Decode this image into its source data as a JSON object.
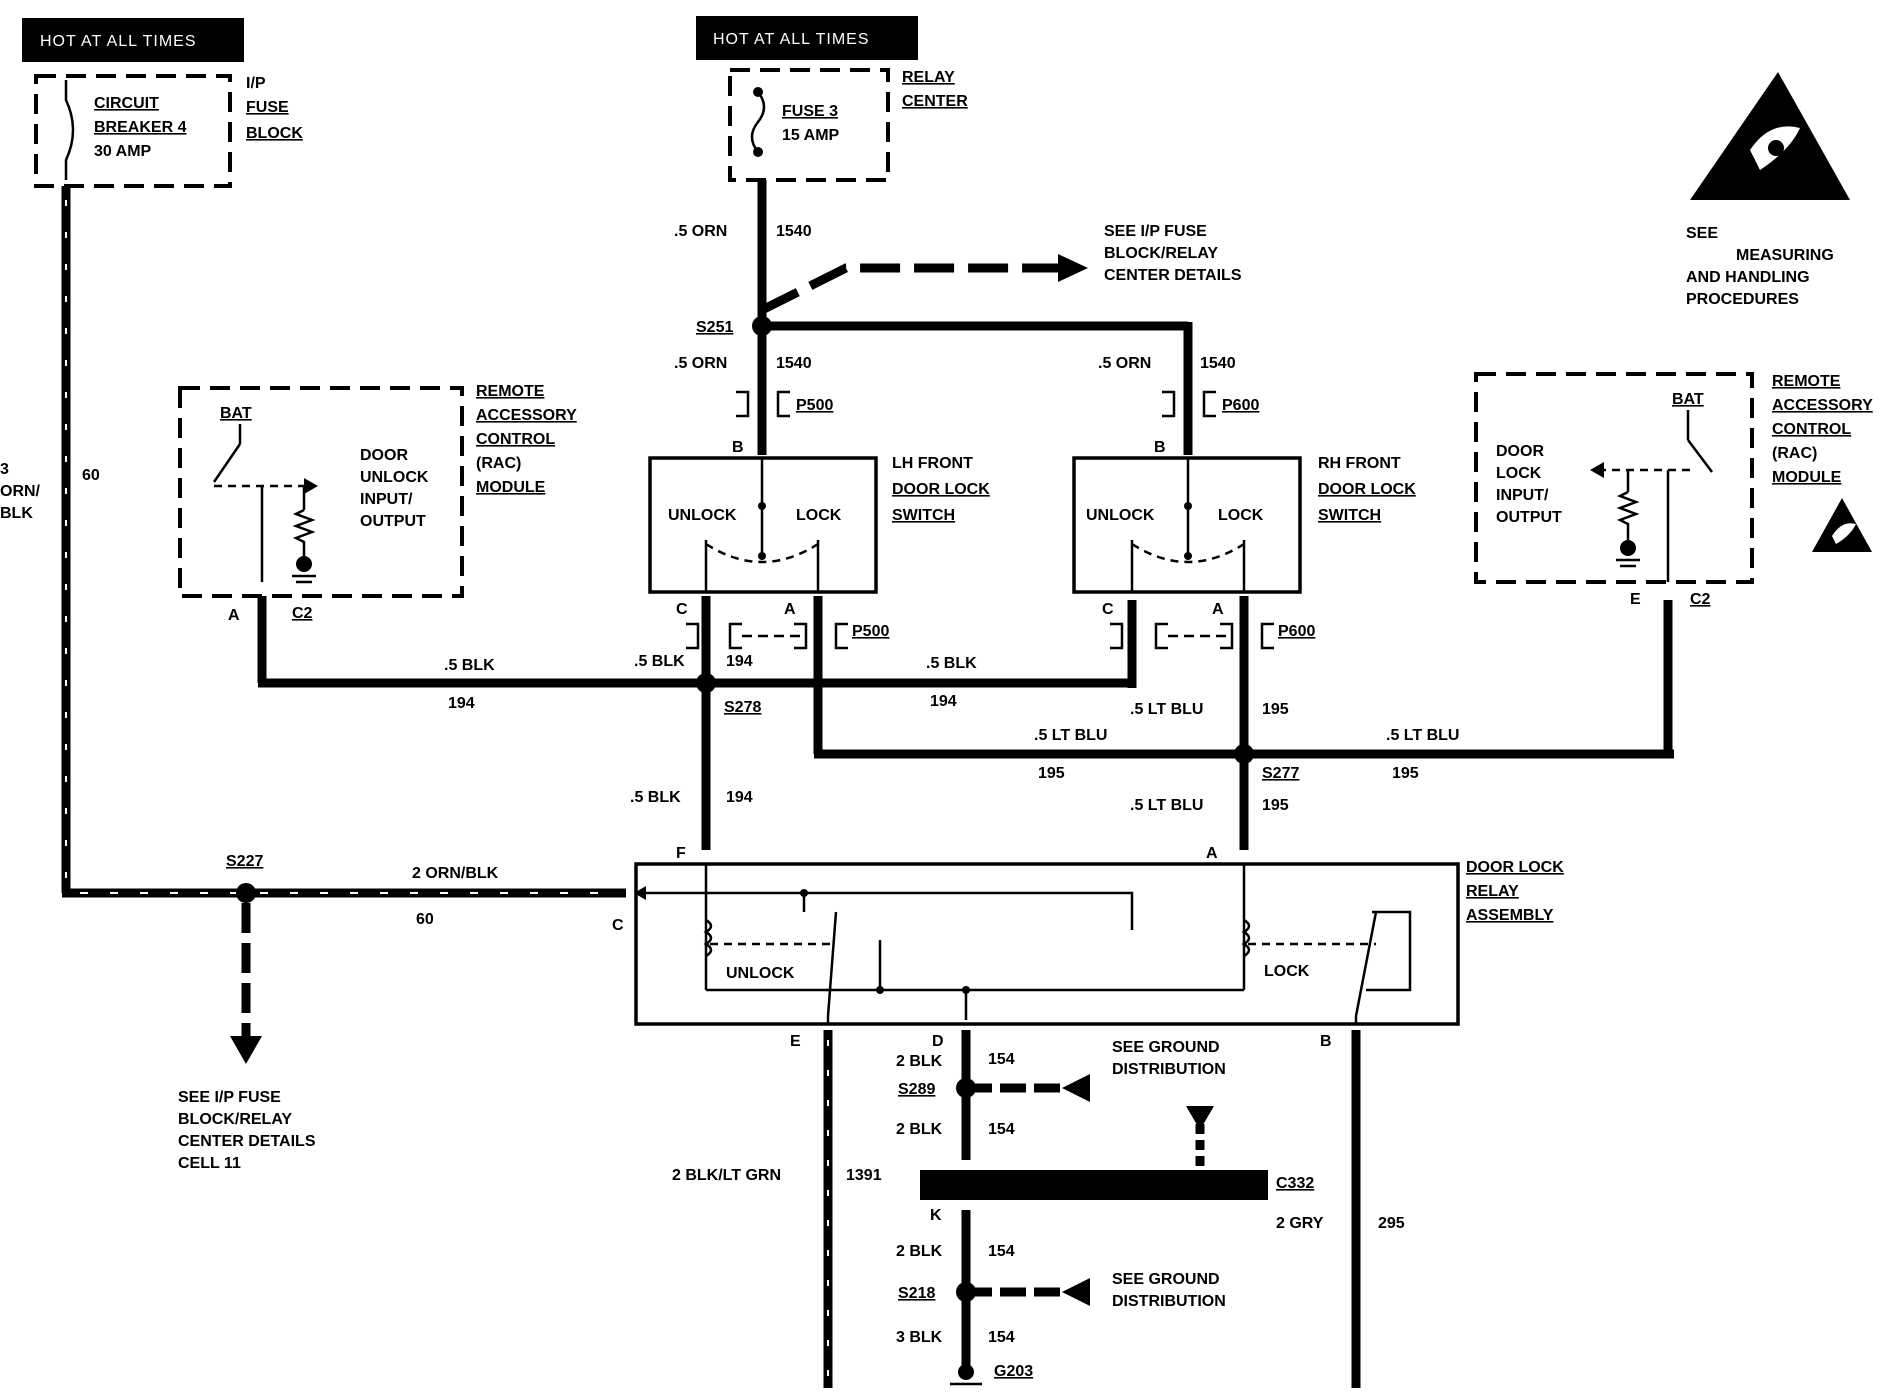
{
  "hot_labels": [
    "HOT AT ALL TIMES",
    "HOT AT ALL TIMES"
  ],
  "circuit_breaker": {
    "l1": "CIRCUIT",
    "l2": "BREAKER 4",
    "l3": "30 AMP"
  },
  "ip_fuse_block": [
    "I/P",
    "FUSE",
    "BLOCK"
  ],
  "fuse3": {
    "l1": "FUSE 3",
    "l2": "15 AMP"
  },
  "relay_center": [
    "RELAY",
    "CENTER"
  ],
  "esd_note": [
    "SEE",
    "MEASURING",
    "AND HANDLING",
    "PROCEDURES"
  ],
  "see_ip_top": [
    "SEE I/P FUSE",
    "BLOCK/RELAY",
    "CENTER DETAILS"
  ],
  "see_ip_bottom": [
    "SEE I/P FUSE",
    "BLOCK/RELAY",
    "CENTER DETAILS",
    "CELL 11"
  ],
  "rac_label": [
    "REMOTE",
    "ACCESSORY",
    "CONTROL",
    "(RAC)",
    "MODULE"
  ],
  "rac_left": {
    "bat": "BAT",
    "io": [
      "DOOR",
      "UNLOCK",
      "INPUT/",
      "OUTPUT"
    ],
    "pin_a": "A",
    "conn": "C2"
  },
  "rac_right": {
    "bat": "BAT",
    "io": [
      "DOOR",
      "LOCK",
      "INPUT/",
      "OUTPUT"
    ],
    "pin_e": "E",
    "conn": "C2"
  },
  "lh_switch": {
    "label": [
      "LH FRONT",
      "DOOR LOCK",
      "SWITCH"
    ],
    "unlock": "UNLOCK",
    "lock": "LOCK",
    "pin_b": "B",
    "pin_c": "C",
    "pin_a": "A",
    "conn": "P500"
  },
  "rh_switch": {
    "label": [
      "RH FRONT",
      "DOOR LOCK",
      "SWITCH"
    ],
    "unlock": "UNLOCK",
    "lock": "LOCK",
    "pin_b": "B",
    "pin_c": "C",
    "pin_a": "A",
    "conn": "P600"
  },
  "splices": {
    "s251": "S251",
    "s278": "S278",
    "s277": "S277",
    "s227": "S227",
    "s289": "S289",
    "s218": "S218"
  },
  "wires": {
    "orn_1540": ".5 ORN",
    "c1540": "1540",
    "blk_05": ".5 BLK",
    "c194": "194",
    "ltblu_05": ".5 LT BLU",
    "c195": "195",
    "orn_blk_3": [
      "3",
      "ORN/",
      "BLK"
    ],
    "c60": "60",
    "orn_blk_2": "2 ORN/BLK",
    "blk_2": "2 BLK",
    "blk_3": "3 BLK",
    "c154": "154",
    "blk_ltgrn": "2 BLK/LT GRN",
    "c1391": "1391",
    "gry_2": "2 GRY",
    "c295": "295"
  },
  "relay_assembly": {
    "label": [
      "DOOR LOCK",
      "RELAY",
      "ASSEMBLY"
    ],
    "unlock": "UNLOCK",
    "lock": "LOCK",
    "pin_f": "F",
    "pin_a": "A",
    "pin_c": "C",
    "pin_e": "E",
    "pin_d": "D",
    "pin_b": "B"
  },
  "ground": {
    "see": [
      "SEE GROUND",
      "DISTRIBUTION"
    ],
    "c332": "C332",
    "pin_k": "K",
    "g203": "G203"
  }
}
